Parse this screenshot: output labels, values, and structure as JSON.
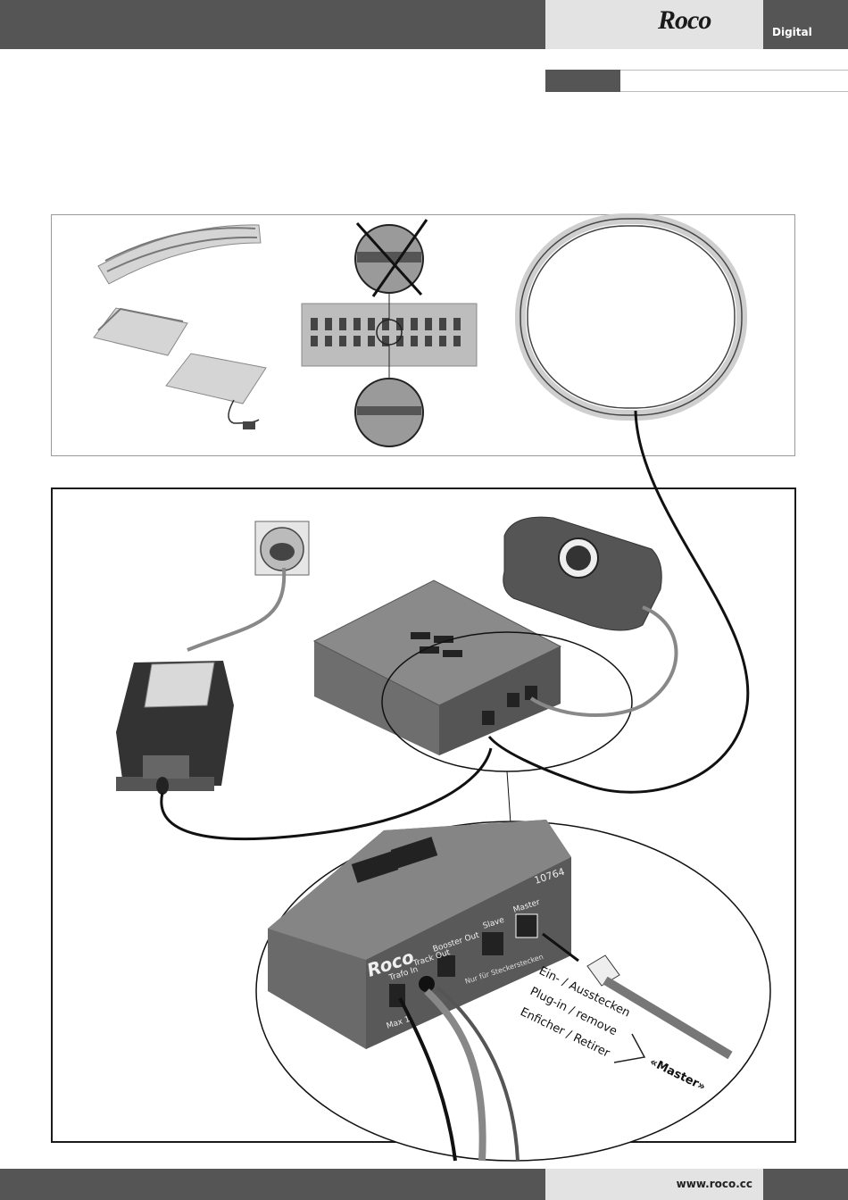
{
  "header": {
    "brand": "Roco",
    "section": "Digital"
  },
  "figure": {
    "device_model": "10764",
    "device_brand": "Roco",
    "ports": {
      "trafo_in": "Trafo In",
      "track_out": "Track Out",
      "booster_out": "Booster Out",
      "slave": "Slave",
      "master": "Master",
      "max_label": "Max 1",
      "note": "Nur für Steckerstecken"
    },
    "instructions": [
      "Ein- / Ausstecken",
      "Plug-in / remove",
      "Enficher / Retirer"
    ],
    "callout": "«Master»"
  },
  "footer": {
    "url": "www.roco.cc"
  }
}
